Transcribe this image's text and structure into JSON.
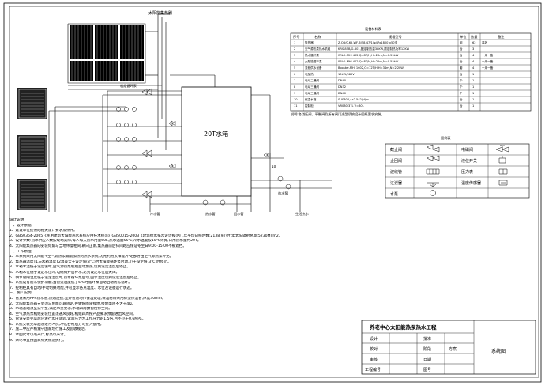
{
  "drawing": {
    "tank_label": "20T水箱",
    "roof_label": "太阳能集热器",
    "pump_labels": [
      "机组循环泵",
      "热水泵"
    ],
    "pipe_labels": [
      "冷水管",
      "热水管",
      "回水管",
      "生活热水"
    ],
    "port_number": "10"
  },
  "equipment_table": {
    "title": "设备材料表",
    "headers": [
      "序号",
      "名称",
      "规格型号",
      "单位",
      "数量",
      "备注"
    ],
    "rows": [
      [
        "1",
        "集热器",
        "Z-QB/0.65-WF-6/58-47/1(φ47x1800)x50支",
        "组",
        "62",
        "高效"
      ],
      [
        "2",
        "空气源热泵热水机组",
        "KRS-85B/G-B01,额定制热量38KW,额定制热功率12KW",
        "台",
        "3",
        ""
      ],
      [
        "3",
        "热水循环泵",
        "WILO-MHI 402,Q=8T/H,H=22m,N=0.55kW",
        "台",
        "4",
        "一用一备"
      ],
      [
        "4",
        "太阳能循环泵",
        "WILO-MHI 402,Q=8T/H,H=22m,N=0.55kW",
        "台",
        "4",
        "一用一备"
      ],
      [
        "5",
        "变频供水设备",
        "Booster-MHI 1602,Q=12T/H,H=34m,N=2.2kW",
        "套",
        "4",
        "一用一备"
      ],
      [
        "6",
        "电加热",
        "10kW/380V",
        "台",
        "1",
        ""
      ],
      [
        "7",
        "电动二通阀",
        "DN40",
        "个",
        "1",
        ""
      ],
      [
        "8",
        "电动三通阀",
        "DN32",
        "个",
        "1",
        ""
      ],
      [
        "9",
        "电动二通阀",
        "DN40",
        "个",
        "1",
        ""
      ],
      [
        "10",
        "保温水箱",
        "SUS304,4x2.5x2(H)m",
        "台",
        "1",
        ""
      ],
      [
        "11",
        "控制柜",
        "VR080 37L V=80L",
        "台",
        "1",
        ""
      ]
    ],
    "footnote": "说明:各减压阀、平衡阀及所有阀门选型须按设计图纸要求安装。"
  },
  "legend": {
    "title": "图例表",
    "items": [
      [
        "截止阀",
        "电磁阀"
      ],
      [
        "止回阀",
        "液位开关"
      ],
      [
        "波纹管",
        "压力表"
      ],
      [
        "过滤器",
        "温度传感器"
      ],
      [
        "水泵",
        ""
      ]
    ]
  },
  "notes": [
    "设计说明",
    "一、设计依据",
    "1、建设单位提供的相关设计要求及条件。",
    "2、GB50364-2005《民用建筑太阳能热水系统应用技术规范》GB50015-2003《建筑给水排水设计规范》,年平均日照时数:2138.9小时,年太阳辐射总量:5230MJ/m2。",
    "3、设计参数:热水供应人数按现场实际,每人每天热水用量60L,热水温度55℃,冷水温度按10℃计算,日用热水量约20T。",
    "4、太阳能集热器的安装倾角与当地纬度相同,朝向正南,集热器前后排间距应保证冬至日9:00-15:00不被遮挡。",
    "二、工作原理",
    "1、本系统采用太阳能+空气源热泵辅助加热的热水系统,优先利用太阳能,不足部分由空气源热泵补充。",
    "2、集热器温度T1与水箱温度T2温差大于设定值(8℃)时太阳能循环泵启动,小于设定值(3℃)时停止。",
    "3、水箱水温低于设定值时,空气源热泵机组启动加热,达到设定温度后停止。",
    "4、水箱水位低于设定水位时,电磁阀开启补水,达到设定水位后关闭。",
    "5、供水管网温度低于设定温度时,热水循环泵启动,回水温度达到设定温度后停止。",
    "6、系统设有防冻保护功能,当管道温度低于5℃时循环泵自动启动防冻循环。",
    "7、控制柜具有自动/手动切换功能,并可显示各点温度、水位及设备运行状态。",
    "三、施工说明",
    "1、管道采用PPR热水管,热熔连接,室外管道均作保温处理,保温材料采用橡塑保温管,厚度30mm。",
    "2、太阳能集热器支架须与屋面可靠固定,并做好防雷接地,接地电阻不大于4Ω。",
    "3、水箱基础须坚实平整,满足承重要求,水箱四周预留检修空间。",
    "4、空气源热泵机组安装位置须通风良好,机组四周按产品要求预留进出风空间。",
    "5、管道安装完毕后应进行水压试验,试验压力为工作压力的1.5倍,且不小于0.6MPa。",
    "6、系统安装完毕后须进行冲洗,冲洗合格后方可投入使用。",
    "7、施工中应严格遵守国家现行施工及验收规范。",
    "8、本图尺寸以毫米计,标高以米计。",
    "9、未尽事宜按国家有关规范执行。"
  ],
  "title_block": {
    "project": "养老中心太阳能热泵热水工程",
    "labels": [
      "设计",
      "批准",
      "校对",
      "阶段",
      "审核",
      "日期",
      "工程编号",
      "图号"
    ],
    "stage": "方案",
    "sheet_name": "系统图"
  }
}
